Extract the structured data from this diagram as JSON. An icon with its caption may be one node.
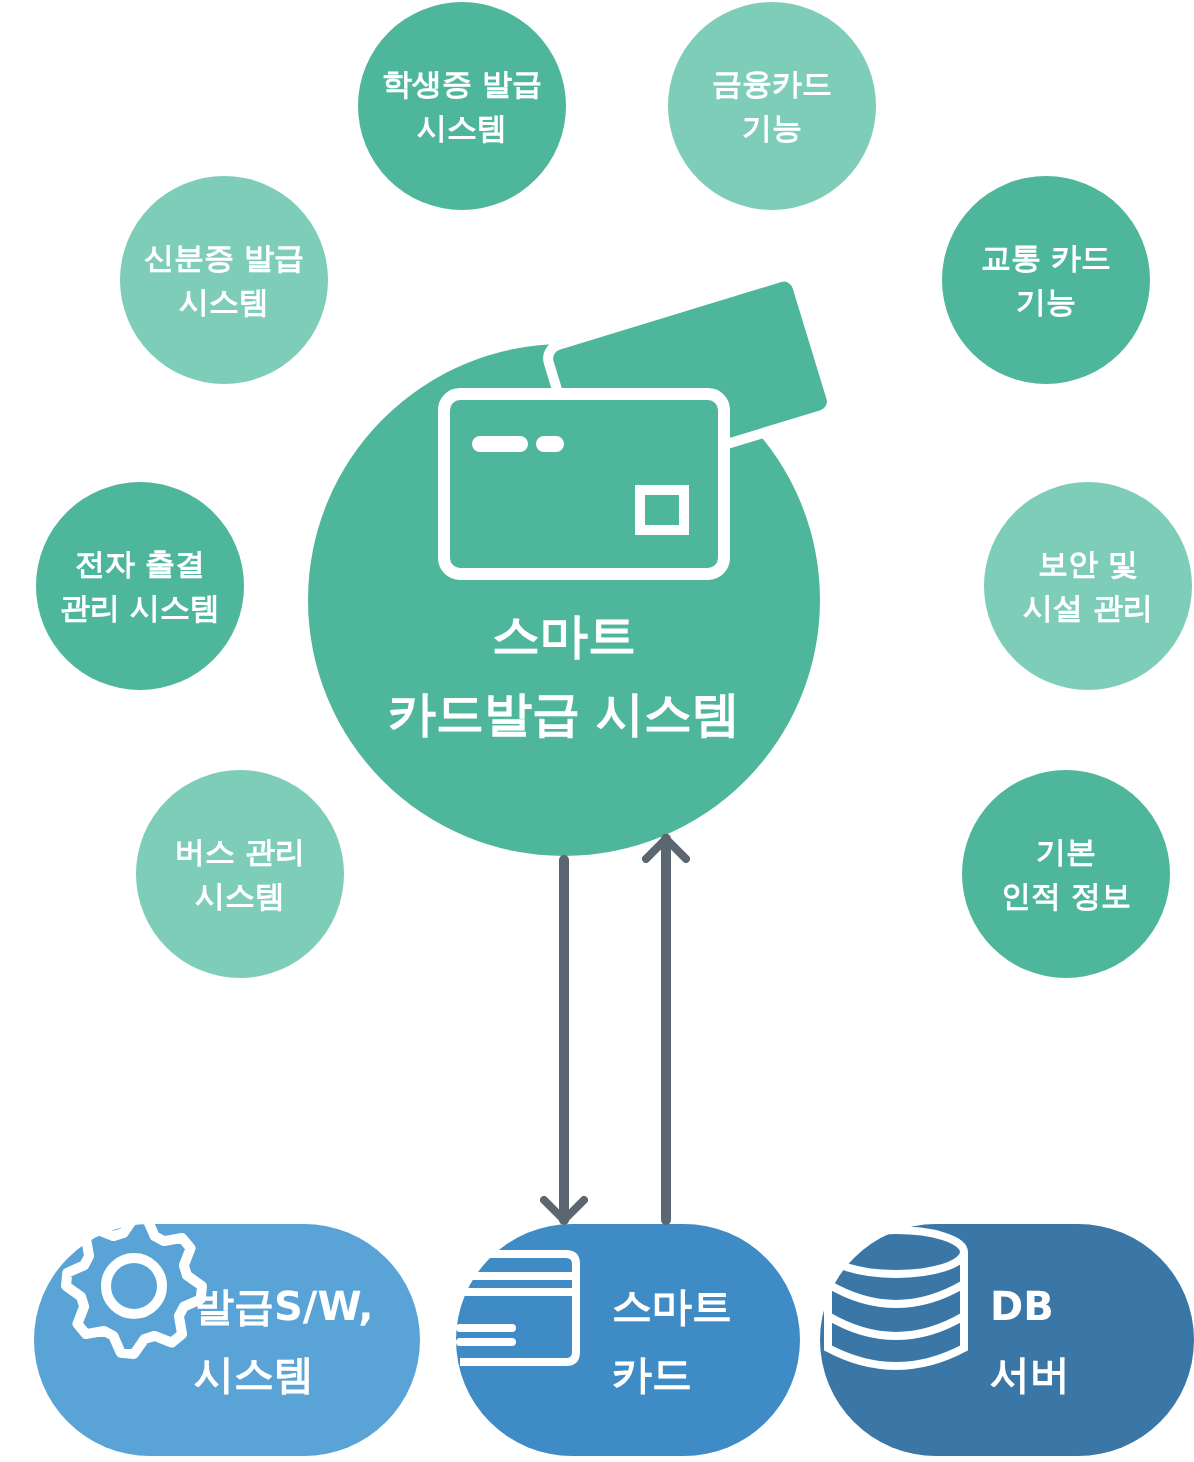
{
  "diagram": {
    "nodes": [
      {
        "text": [
          "스마트 카드발급 시스템"
        ]
      },
      {
        "text": [
          "학생증 발급 시스템"
        ]
      },
      {
        "text": [
          "금융카드 기능"
        ]
      },
      {
        "text": [
          "신분증 발급 시스템"
        ]
      },
      {
        "text": [
          "교통 카드 기능"
        ]
      },
      {
        "text": [
          "전자 출결 관리 시스템"
        ]
      },
      {
        "text": [
          "보안 및 시설 관리"
        ]
      },
      {
        "text": [
          "버스 관리 시스템"
        ]
      },
      {
        "text": [
          "기본 인적 정보"
        ]
      },
      {
        "text": [
          "발급S/W, 시스템"
        ]
      },
      {
        "text": [
          "스마트 카드"
        ]
      },
      {
        "text": [
          "DB 서버"
        ]
      }
    ],
    "edges": [
      {
        "from": 0,
        "to": 10,
        "arrow": "to"
      },
      {
        "from": 10,
        "to": 0,
        "arrow": "to"
      }
    ]
  }
}
